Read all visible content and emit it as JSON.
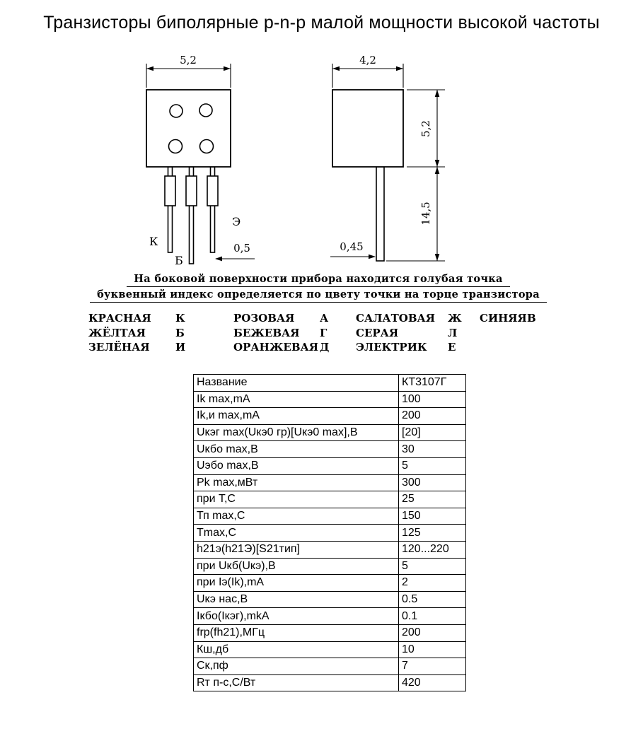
{
  "page": {
    "title": "Транзисторы биполярные p-n-p малой мощности высокой частоты"
  },
  "drawing": {
    "front": {
      "width_dim": "5,2",
      "lead_width_dim": "0,5",
      "pin_collector": "К",
      "pin_base": "Б",
      "pin_emitter": "Э"
    },
    "side": {
      "width_dim": "4,2",
      "height_dim": "5,2",
      "lead_length_dim": "14,5",
      "lead_width_dim": "0,45"
    },
    "notes": {
      "line1": "На боковой поверхности прибора находится  голубая точка",
      "line2": "буквенный индекс определяется по цвету точки на торце транзистора"
    }
  },
  "color_codes": {
    "rows": [
      [
        {
          "color": "КРАСНАЯ",
          "code": "К"
        },
        {
          "color": "РОЗОВАЯ",
          "code": "А"
        },
        {
          "color": "САЛАТОВАЯ",
          "code": "Ж"
        },
        {
          "color": "СИНЯЯ",
          "code": "В"
        }
      ],
      [
        {
          "color": "ЖЁЛТАЯ",
          "code": "Б"
        },
        {
          "color": "БЕЖЕВАЯ",
          "code": "Г"
        },
        {
          "color": "СЕРАЯ",
          "code": "Л"
        }
      ],
      [
        {
          "color": "ЗЕЛЁНАЯ",
          "code": "И"
        },
        {
          "color": "ОРАНЖЕВАЯ",
          "code": "Д"
        },
        {
          "color": "ЭЛЕКТРИК",
          "code": "Е"
        }
      ]
    ]
  },
  "spec_table": {
    "rows": [
      [
        "Название",
        "КТ3107Г"
      ],
      [
        "Ik max,mA",
        "100"
      ],
      [
        "Ik,и max,mA",
        "200"
      ],
      [
        "Uкэг max(Uкэ0 гр)[Uкэ0 max],В",
        "[20]"
      ],
      [
        "Uкбо max,В",
        "30"
      ],
      [
        "Uэбо max,В",
        "5"
      ],
      [
        "Pk max,мВт",
        "300"
      ],
      [
        "при Т,С",
        "25"
      ],
      [
        "Тп max,С",
        "150"
      ],
      [
        "Тmax,С",
        "125"
      ],
      [
        "h21э(h21Э)[S21тип]",
        "120...220"
      ],
      [
        "при Uкб(Uкэ),В",
        "5"
      ],
      [
        "при Iэ(Ik),mA",
        "2"
      ],
      [
        "Uкэ нас,В",
        "0.5"
      ],
      [
        "Iкбо(Iкэг),mkA",
        "0.1"
      ],
      [
        "frp(fh21),МГц",
        "200"
      ],
      [
        "Кш,дб",
        "10"
      ],
      [
        "Ск,пф",
        "7"
      ],
      [
        "Rт п-с,С/Вт",
        "420"
      ]
    ]
  }
}
